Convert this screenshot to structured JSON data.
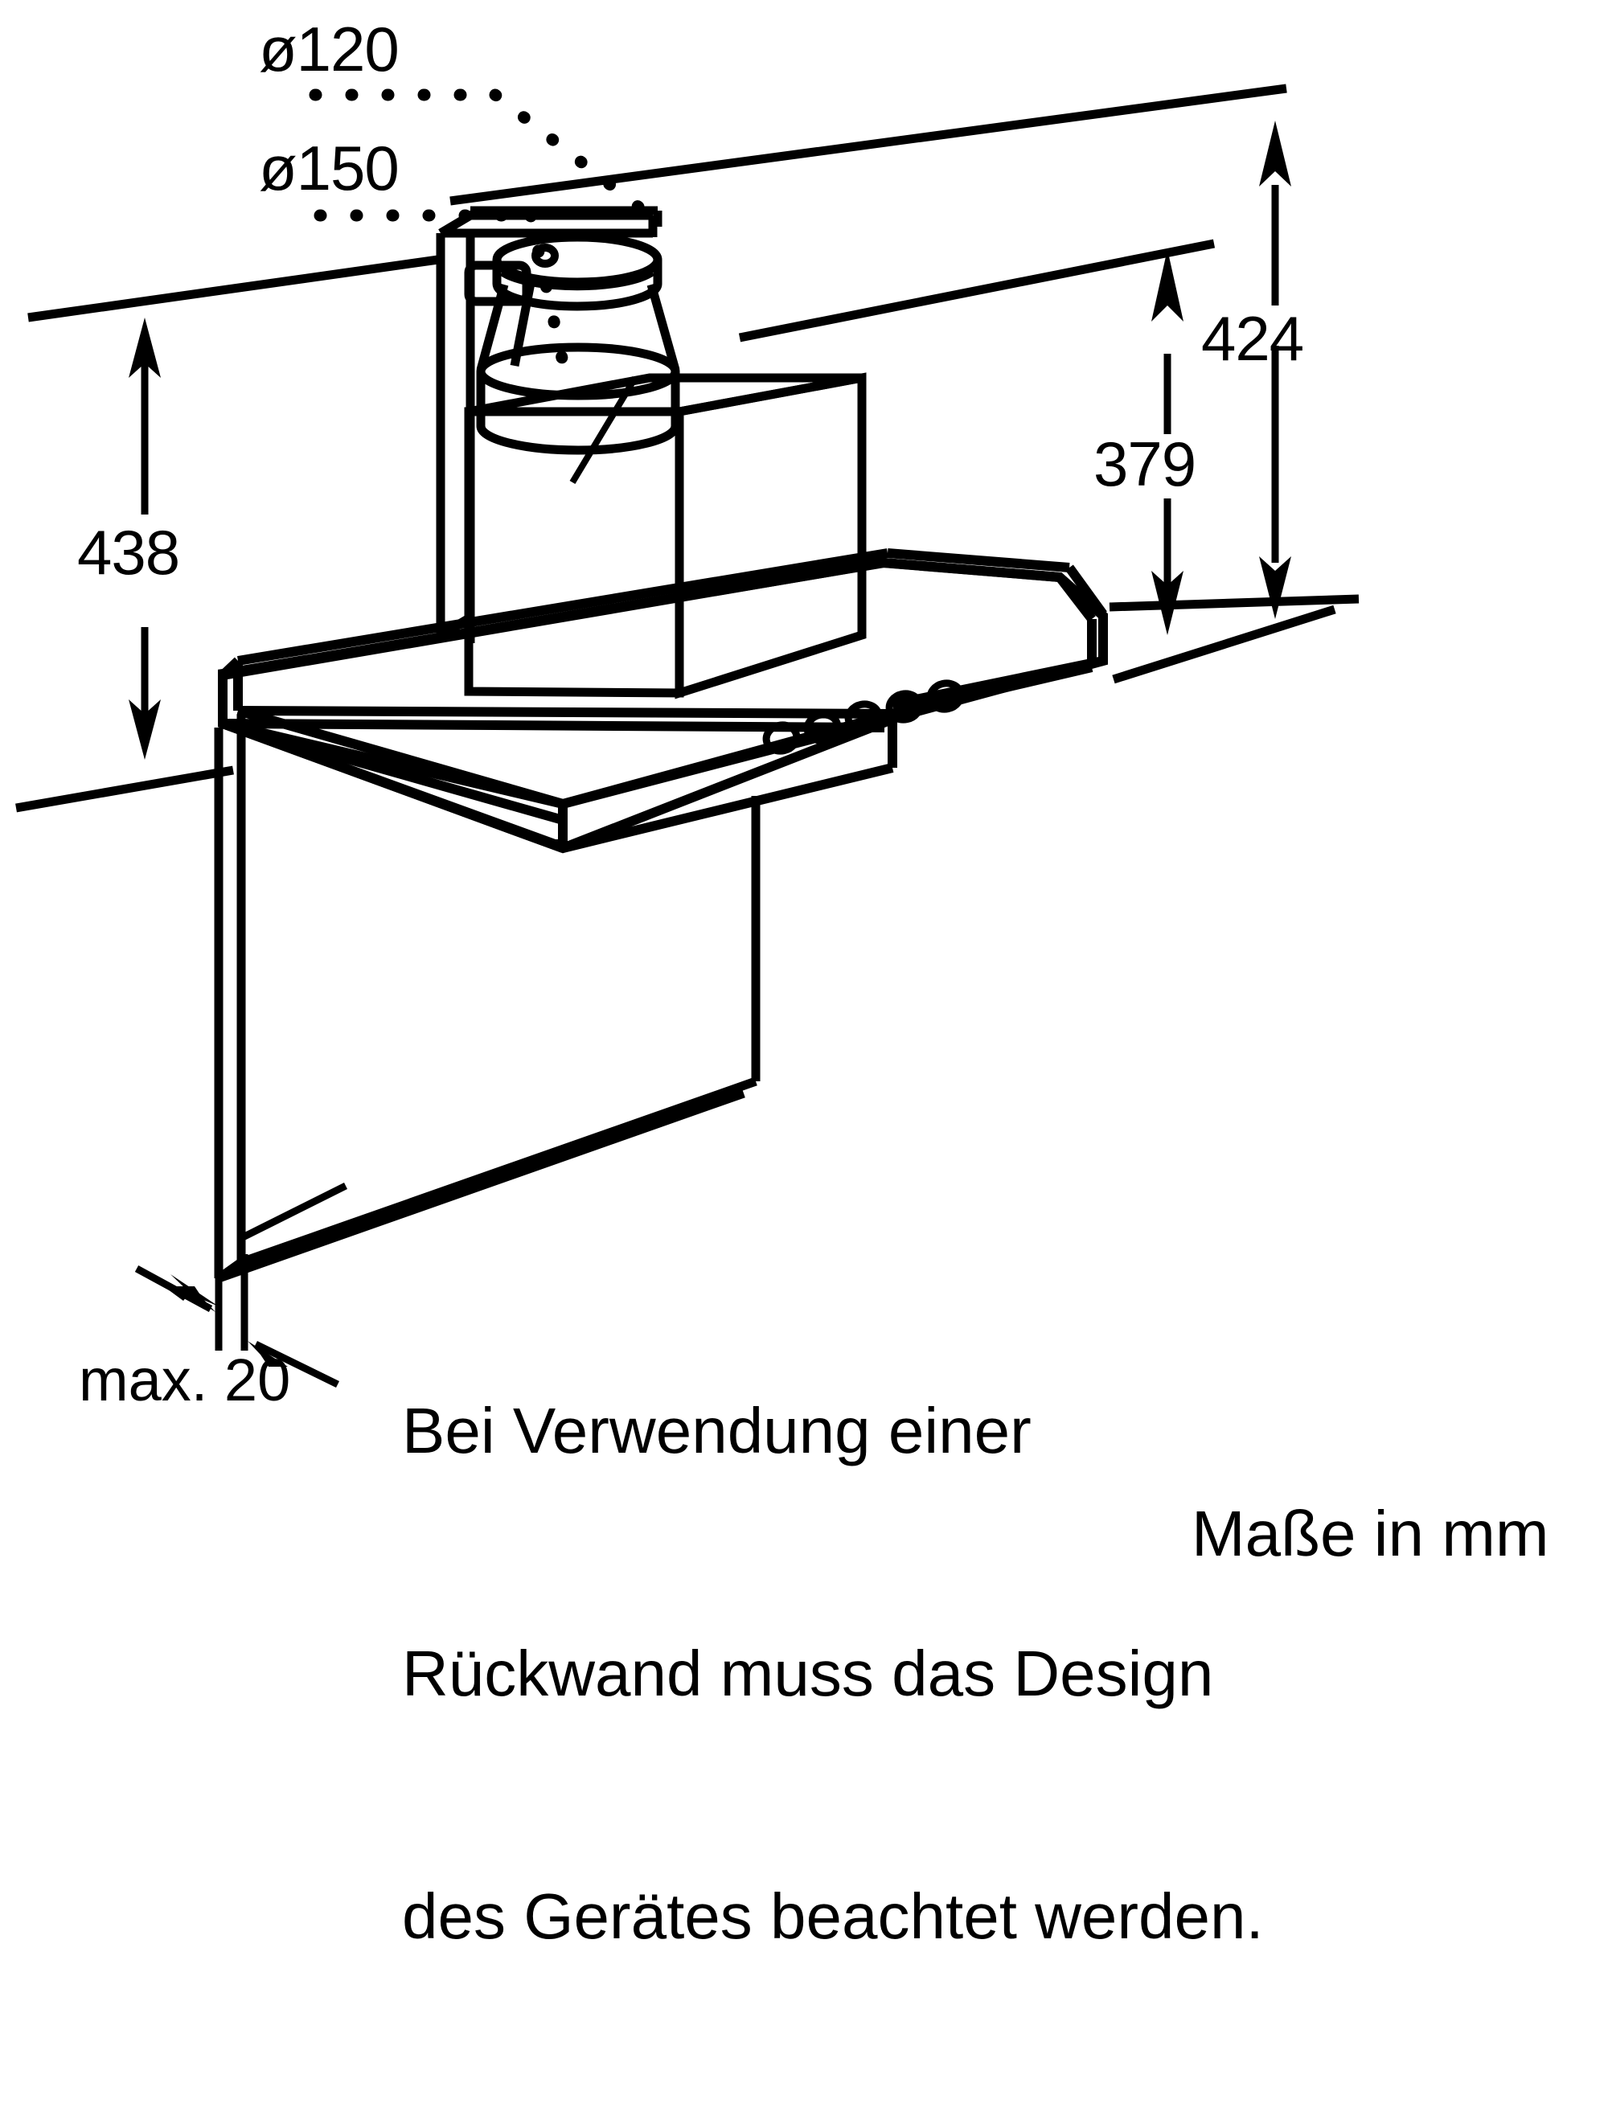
{
  "drawing": {
    "title": "Wall-mounted cooker hood installation dimension drawing",
    "product": "box-design chimney cooker hood",
    "units_note": "Maße in mm",
    "note_text": "Bei Verwendung einer\nRückwand muss das Design\ndes Gerätes beachtet werden.",
    "note_lines": [
      "Bei Verwendung einer",
      "Rückwand muss das Design",
      "des Gerätes beachtet werden."
    ],
    "line_color": "#000000",
    "background_color": "#ffffff"
  },
  "callouts": {
    "duct_large": "ø150",
    "duct_small": "ø120"
  },
  "dimensions": {
    "left_height": "438",
    "right_upper": "424",
    "right_lower": "379",
    "depth_max": "max. 20"
  },
  "icons": {
    "arrow_up": "arrow-up-icon",
    "arrow_down": "arrow-down-icon",
    "dotted_leader": "dotted-leader-icon",
    "control_button": "control-button-icon"
  }
}
